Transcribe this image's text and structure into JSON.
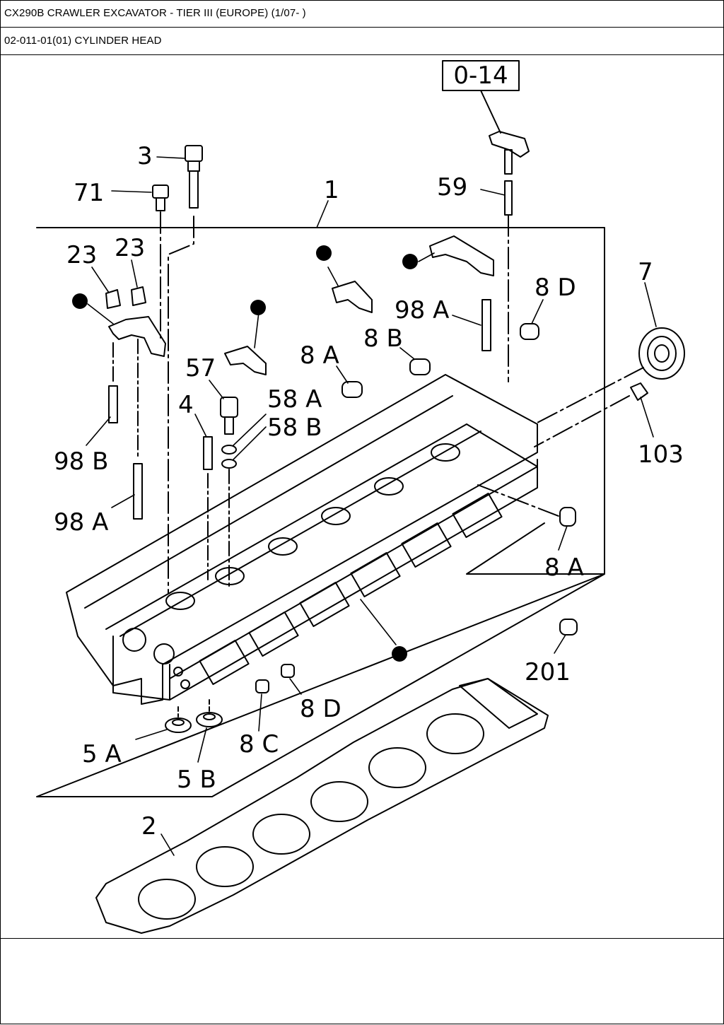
{
  "header": {
    "title": "CX290B CRAWLER EXCAVATOR - TIER III (EUROPE) (1/07- )",
    "section": "02-011-01(01) CYLINDER HEAD"
  },
  "diagram": {
    "ref_box": "0-14",
    "callouts": {
      "c3": "3",
      "c71": "71",
      "c1": "1",
      "c59": "59",
      "c7": "7",
      "c23a": "23",
      "c23b": "23",
      "c8d_top": "8 D",
      "c98a_right": "98 A",
      "c8b": "8 B",
      "c8a_top": "8 A",
      "c57": "57",
      "c58a": "58 A",
      "c58b": "58 B",
      "c4": "4",
      "c98b": "98 B",
      "c98a_left": "98 A",
      "c103": "103",
      "c8a_right": "8 A",
      "c201": "201",
      "c8d_bottom": "8 D",
      "c5a": "5 A",
      "c8c": "8 C",
      "c5b": "5 B",
      "c2": "2"
    }
  },
  "colors": {
    "line": "#000000",
    "background": "#ffffff"
  }
}
